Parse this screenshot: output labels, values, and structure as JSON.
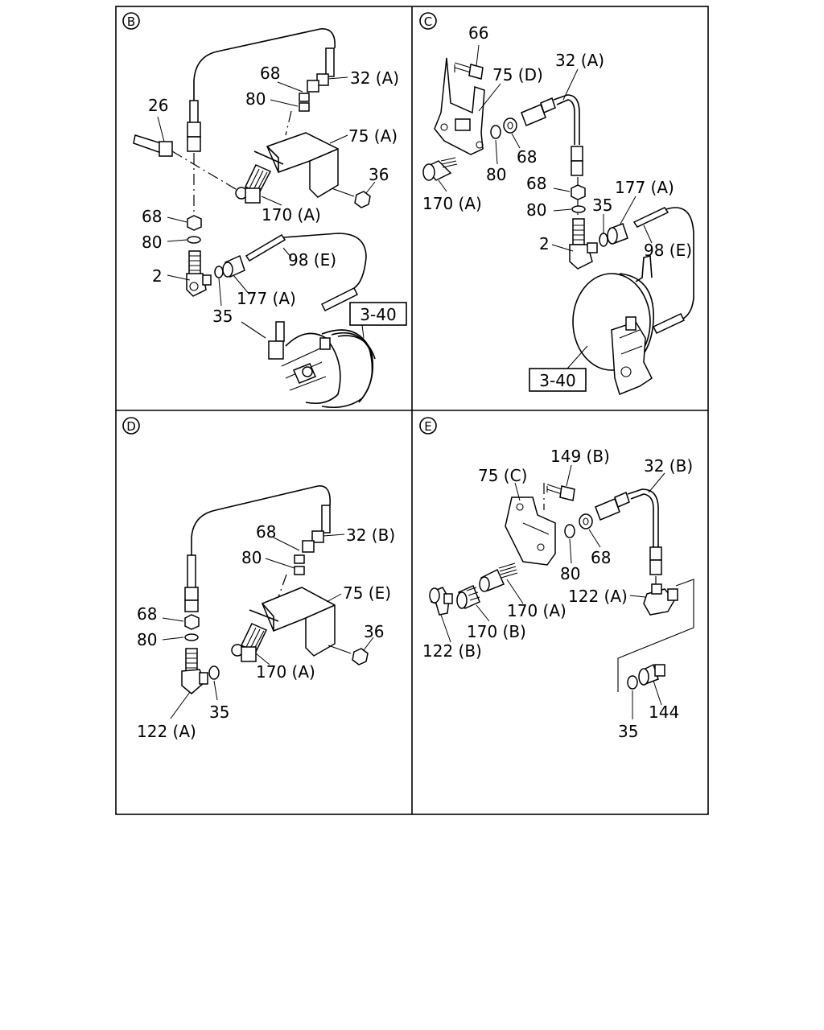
{
  "panels": {
    "B": {
      "letter": "B",
      "labels": {
        "l26": "26",
        "l68a": "68",
        "l80a": "80",
        "l32": "32 (A)",
        "l75": "75 (A)",
        "l36": "36",
        "l170": "170 (A)",
        "l68b": "68",
        "l80b": "80",
        "l2": "2",
        "l98": "98 (E)",
        "l177": "177 (A)",
        "l35": "35",
        "ref": "3-40"
      }
    },
    "C": {
      "letter": "C",
      "labels": {
        "l66": "66",
        "l75": "75 (D)",
        "l32": "32 (A)",
        "l68a": "68",
        "l80a": "80",
        "l170": "170 (A)",
        "l68b": "68",
        "l80b": "80",
        "l177": "177 (A)",
        "l35": "35",
        "l2": "2",
        "l98": "98 (E)",
        "ref": "3-40"
      }
    },
    "D": {
      "letter": "D",
      "labels": {
        "l68a": "68",
        "l80a": "80",
        "l32": "32 (B)",
        "l75": "75 (E)",
        "l68b": "68",
        "l80b": "80",
        "l36": "36",
        "l170": "170 (A)",
        "l35": "35",
        "l122": "122 (A)"
      }
    },
    "E": {
      "letter": "E",
      "labels": {
        "l149": "149 (B)",
        "l75": "75 (C)",
        "l32": "32 (B)",
        "l68": "68",
        "l80": "80",
        "l122a": "122 (A)",
        "l170a": "170 (A)",
        "l170b": "170 (B)",
        "l122b": "122 (B)",
        "l144": "144",
        "l35": "35"
      }
    }
  }
}
